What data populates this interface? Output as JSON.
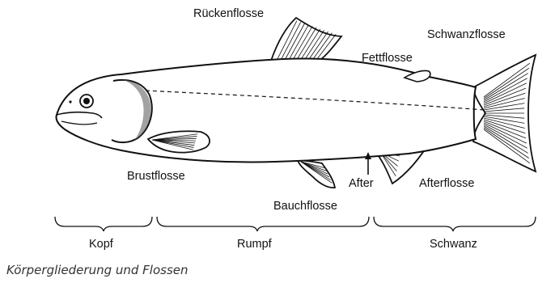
{
  "parts": {
    "dorsal_fin": "Rückenflosse",
    "caudal_fin": "Schwanzflosse",
    "adipose_fin": "Fettflosse",
    "pectoral_fin": "Brustflosse",
    "anus": "After",
    "pelvic_fin": "Bauchflosse",
    "anal_fin": "Afterflosse"
  },
  "sections": {
    "head": "Kopf",
    "trunk": "Rumpf",
    "tail": "Schwanz"
  },
  "caption": "Körpergliederung und Flossen",
  "colors": {
    "ink": "#111111",
    "fin_fill": "#ffffff",
    "caption": "#333333"
  }
}
